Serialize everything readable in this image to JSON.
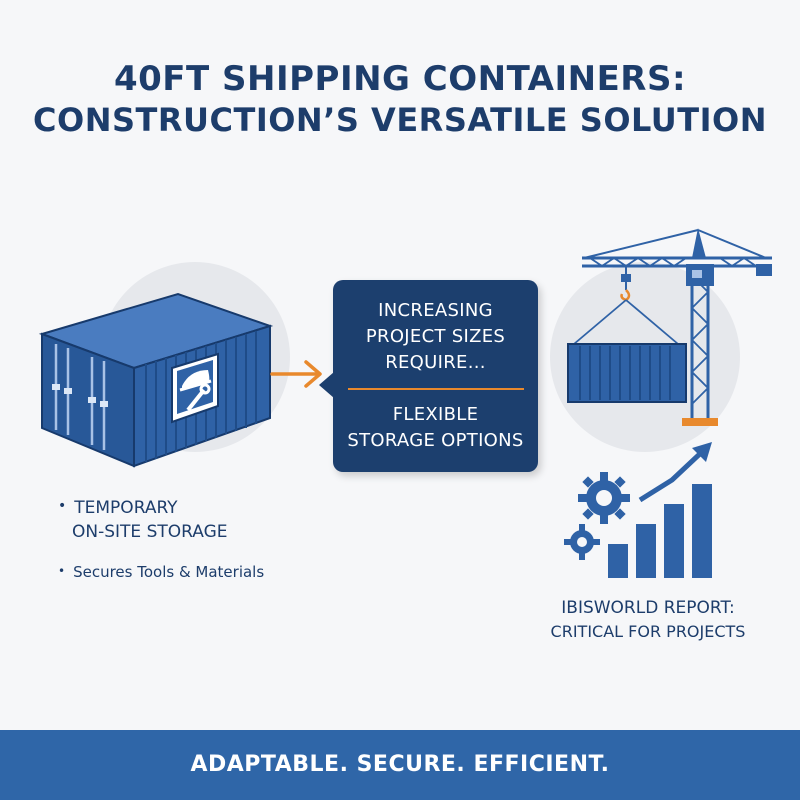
{
  "header": {
    "title_line1": "40FT SHIPPING CONTAINERS:",
    "title_line2": "CONSTRUCTION’S VERSATILE SOLUTION"
  },
  "callout": {
    "top_line1": "INCREASING",
    "top_line2": "PROJECT SIZES",
    "top_line3": "REQUIRE...",
    "bottom_line1": "FLEXIBLE",
    "bottom_line2": "STORAGE OPTIONS"
  },
  "bullets": {
    "item1_line1": "TEMPORARY",
    "item1_line2": "ON-SITE STORAGE",
    "item2": "Secures Tools & Materials",
    "marker": "•"
  },
  "report": {
    "line1": "IBISWORLD REPORT:",
    "line2": "CRITICAL FOR PROJECTS"
  },
  "footer": {
    "tagline": "ADAPTABLE. SECURE. EFFICIENT."
  },
  "colors": {
    "navy": "#1c3f6e",
    "container_blue": "#2f62a6",
    "accent_orange": "#e8892d",
    "footer_blue": "#2f66a8",
    "background": "#f6f7f9"
  },
  "icons": [
    "shipping-container-icon",
    "hard-hat-wrench-icon",
    "arrow-right-icon",
    "tower-crane-icon",
    "gears-icon",
    "growth-chart-icon"
  ]
}
